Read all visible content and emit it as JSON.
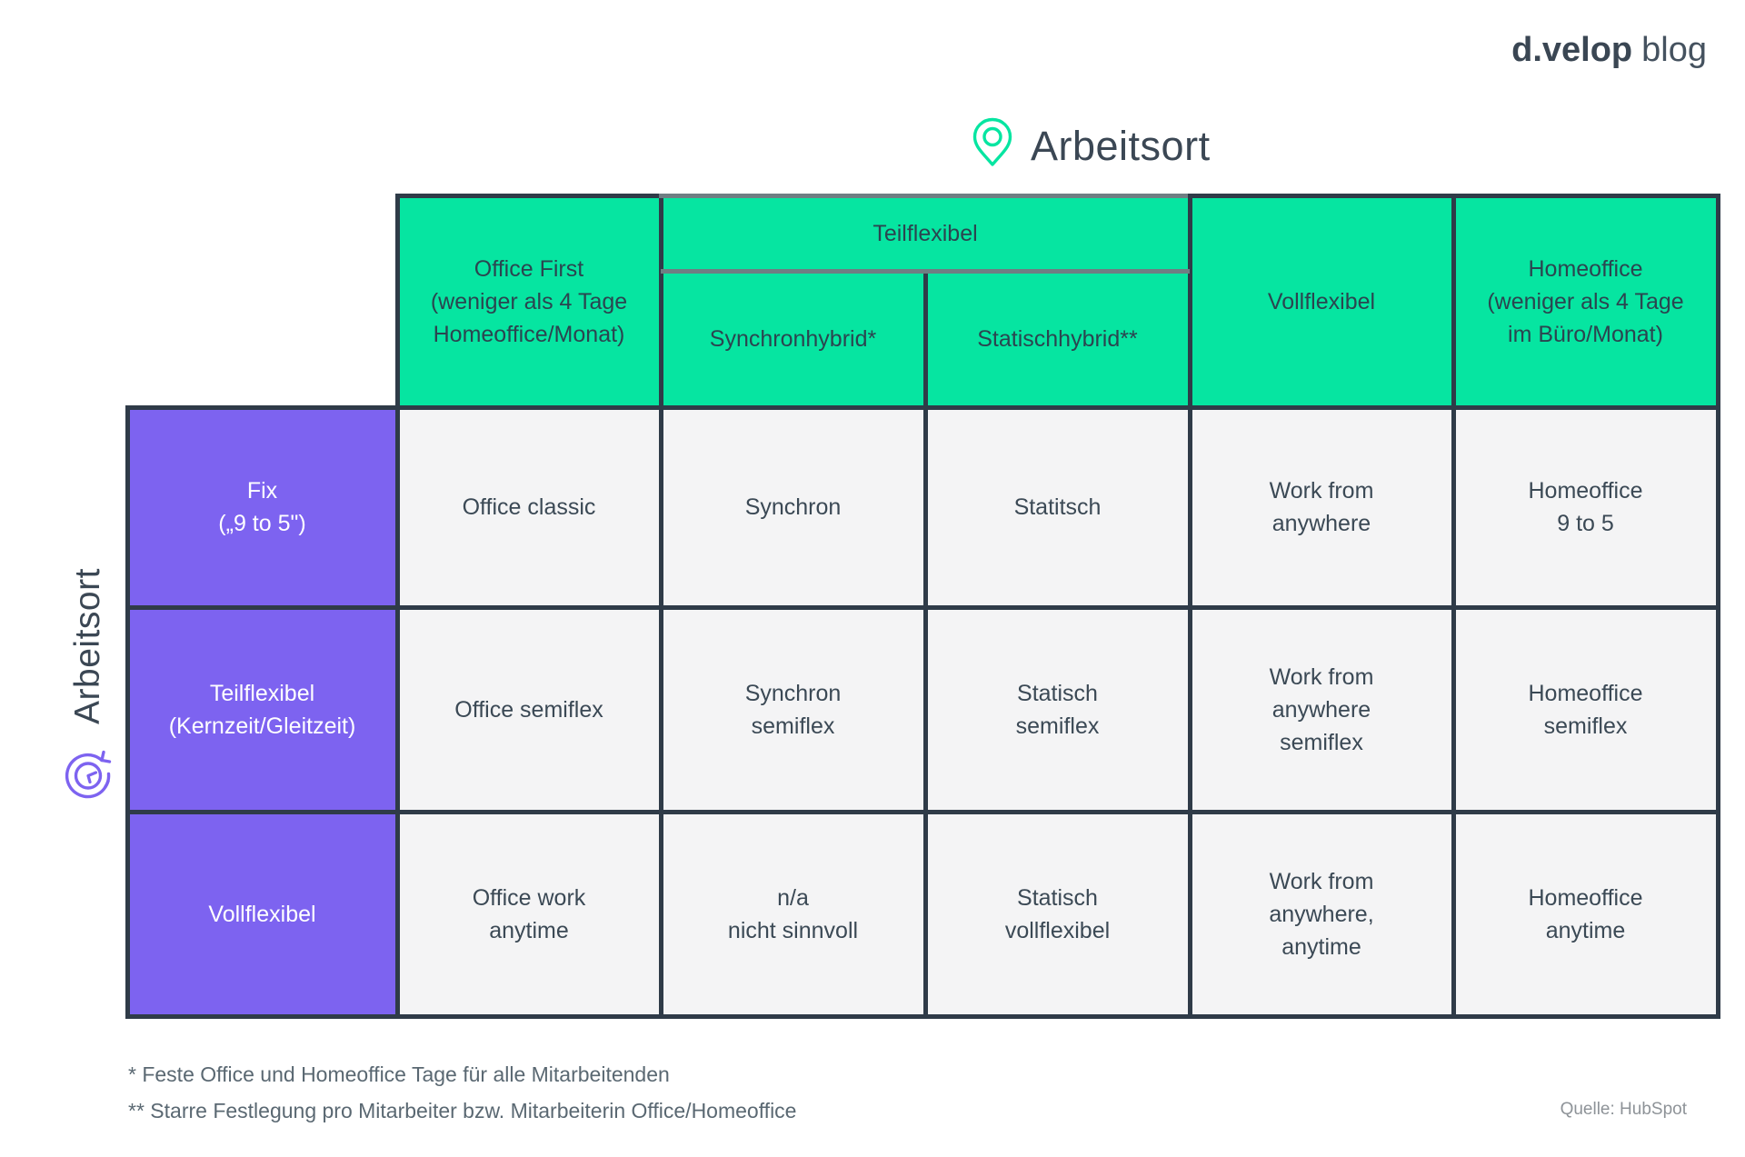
{
  "logo": {
    "brand": "d.velop",
    "suffix": "blog"
  },
  "top_axis": {
    "label": "Arbeitsort",
    "icon": "location-pin-icon"
  },
  "left_axis": {
    "label": "Arbeitsort",
    "icon": "clock-cycle-icon"
  },
  "table": {
    "col_headers": {
      "office_first": "Office First\n(weniger als 4 Tage\nHomeoffice/Monat)",
      "teilflexibel_group": "Teilflexibel",
      "synchronhybrid": "Synchronhybrid*",
      "statischhybrid": "Statischhybrid**",
      "vollflexibel": "Vollflexibel",
      "homeoffice": "Homeoffice\n(weniger als 4 Tage\nim Büro/Monat)"
    },
    "row_headers": [
      "Fix\n(„9 to 5\")",
      "Teilflexibel\n(Kernzeit/Gleitzeit)",
      "Vollflexibel"
    ],
    "cells": [
      [
        "Office classic",
        "Synchron",
        "Statitsch",
        "Work from\nanywhere",
        "Homeoffice\n9 to 5"
      ],
      [
        "Office semiflex",
        "Synchron\nsemiflex",
        "Statisch\nsemiflex",
        "Work from\nanywhere\nsemiflex",
        "Homeoffice\nsemiflex"
      ],
      [
        "Office work\nanytime",
        "n/a\nnicht sinnvoll",
        "Statisch\nvollflexibel",
        "Work from\nanywhere,\nanytime",
        "Homeoffice\nanytime"
      ]
    ],
    "footnotes": [
      "* Feste Office und Homeoffice Tage für alle Mitarbeitenden",
      "** Starre Festlegung pro Mitarbeiter bzw. Mitarbeiterin Office/Homeoffice"
    ],
    "source": "Quelle: HubSpot"
  },
  "colors": {
    "green": "#06e5a1",
    "purple": "#7d63f0",
    "border_navy": "#2f3b48",
    "gray_line": "#6f7e83",
    "cell_bg": "#f4f4f5",
    "text_navy": "#3b4955",
    "heading": "#3b4754",
    "footnote": "#5a6872",
    "source_gray": "#8e9398"
  }
}
